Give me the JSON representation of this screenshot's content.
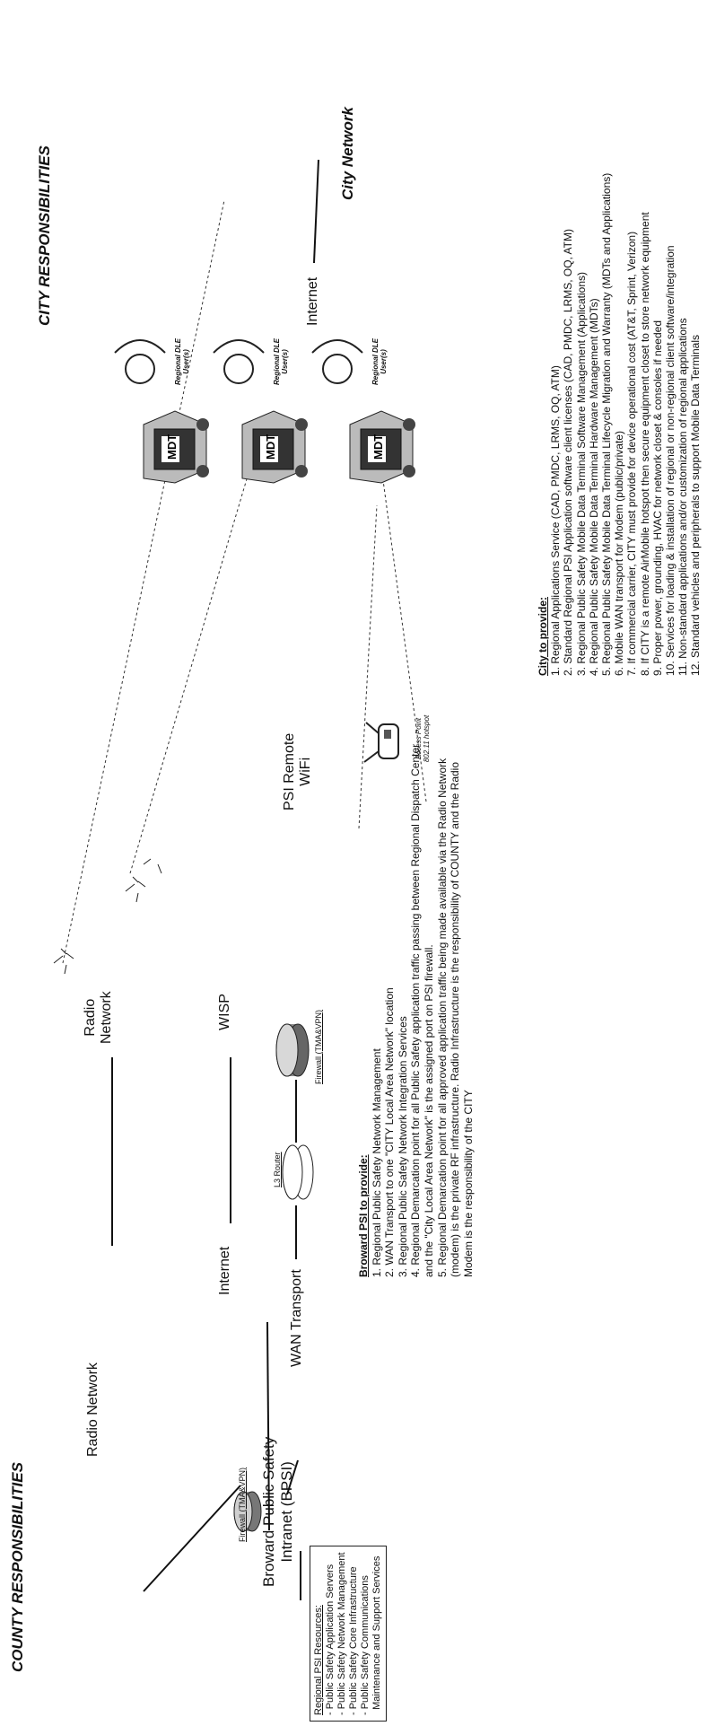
{
  "county_title": "COUNTY RESPONSIBILITIES",
  "city_title": "CITY RESPONSIBILITIES",
  "labels": {
    "radio_network_left": "Radio Network",
    "radio_network_mid": "Radio\nNetwork",
    "internet_left": "Internet",
    "wisp": "WISP",
    "wan_transport": "WAN Transport",
    "psi_remote_wifi": "PSI Remote\nWiFi",
    "internet_right": "Internet",
    "city_network": "City Network",
    "bpsi": "Broward Public Safety\nIntranet (BPSI)",
    "firewall_left": "Firewall (TMA&VPN)",
    "firewall_mid": "Firewall (TMA&VPN)",
    "l3_router": "L3 Router",
    "access_point": "Access Point\n802.11 hotspot",
    "mdt_user_1": "Regional DLE\nUser(s)",
    "mdt_user_2": "Regional DLE\nUser(s)",
    "mdt_user_3": "Regional DLE\nUser(s)"
  },
  "resources": {
    "header": "Regional PSI Resources:",
    "items": [
      "- Public Safety Application Servers",
      "- Public Safety Network Management",
      "- Public Safety Core Infrastructure",
      "- Public Safety Communications",
      "  Maintenance and Support Services"
    ]
  },
  "broward": {
    "header": "Broward PSI to provide:",
    "items": [
      "1. Regional Public Safety Network Management",
      "2. WAN Transport to one \"CITY Local Area Network\" location",
      "3. Regional Public Safety Network Integration Services",
      "4. Regional Demarcation point for all Public Safety application traffic passing between Regional Dispatch Center",
      "and the \"City Local Area Network\" is the assigned port on PSI firewall.",
      "5. Regional Demarcation point for all approved application traffic being made available via the Radio Network",
      "(modem) is the private RF infrastructure.  Radio Infrastructure is the responsibility of COUNTY and the Radio",
      "Modem is the responsibility of the CITY"
    ]
  },
  "city": {
    "header": "City to provide:",
    "items": [
      "1. Regional Applications Service (CAD, PMDC, LRMS, OQ, ATM)",
      "2. Standard Regional PSI Application software client licenses (CAD, PMDC, LRMS, OQ, ATM)",
      "3. Regional Public Safety Mobile Data Terminal Software Management (Applications)",
      "4. Regional Public Safety Mobile Data Terminal Hardware Management (MDTs)",
      "5. Regional Public Safety Mobile Data Terminal Lifecycle Migration and Warranty (MDTs and Applications)",
      "6. Mobile WAN transport for Modem (public/private)",
      "7. If commercial carrier, CITY must provide for device operational cost (AT&T, Sprint, Verizon)",
      "8. If CITY is a remote AirMobile hotspot then secure equipment closet to store network equipment",
      "9. Proper power, grounding, HVAC for network closet & consoles if needed",
      "10. Services for loading & installation of regional or non-regional client software/integration",
      "11.  Non-standard applications and/or customization of regional applications",
      "12. Standard vehicles and peripherals to support Mobile Data Terminals"
    ]
  }
}
